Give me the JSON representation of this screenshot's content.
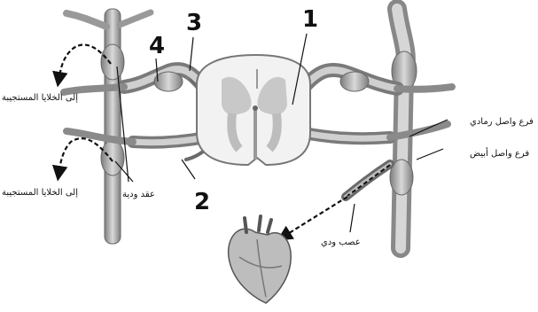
{
  "numbers": {
    "n1": "1",
    "n2": "2",
    "n3": "3",
    "n4": "4"
  },
  "labels": {
    "effector_cells_top": "إلى الخلايا المستجيبة",
    "effector_cells_bottom": "إلى الخلايا المستجيبة",
    "ganglia": "عقد ودية",
    "gray_ramus": "فرع واصل رمادي",
    "white_ramus": "فرع واصل أبيض",
    "splanchnic_nerve": "عصب ودي"
  },
  "colors": {
    "nerve": "#8a8a8a",
    "cord_gray": "#c8c8c8",
    "cord_white": "#f2f2f2",
    "dashed": "#111111"
  }
}
